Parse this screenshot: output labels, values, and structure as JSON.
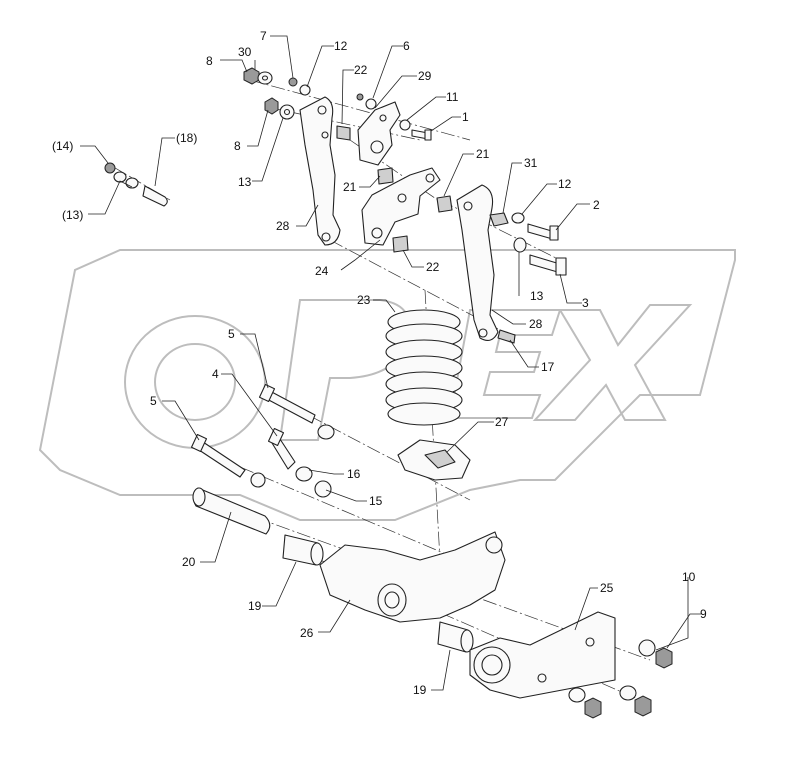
{
  "watermark": "OPEX",
  "callouts": [
    {
      "id": "c-7",
      "text": "7"
    },
    {
      "id": "c-30",
      "text": "30"
    },
    {
      "id": "c-12a",
      "text": "12"
    },
    {
      "id": "c-6",
      "text": "6"
    },
    {
      "id": "c-8a",
      "text": "8"
    },
    {
      "id": "c-22a",
      "text": "22"
    },
    {
      "id": "c-29",
      "text": "29"
    },
    {
      "id": "c-11",
      "text": "11"
    },
    {
      "id": "c-1",
      "text": "1"
    },
    {
      "id": "c-8b",
      "text": "8"
    },
    {
      "id": "c-13a",
      "text": "13"
    },
    {
      "id": "c-14",
      "text": "(14)"
    },
    {
      "id": "c-18",
      "text": "(18)"
    },
    {
      "id": "c-13p",
      "text": "(13)"
    },
    {
      "id": "c-21a",
      "text": "21"
    },
    {
      "id": "c-21b",
      "text": "21"
    },
    {
      "id": "c-31",
      "text": "31"
    },
    {
      "id": "c-12b",
      "text": "12"
    },
    {
      "id": "c-2",
      "text": "2"
    },
    {
      "id": "c-28a",
      "text": "28"
    },
    {
      "id": "c-24",
      "text": "24"
    },
    {
      "id": "c-22b",
      "text": "22"
    },
    {
      "id": "c-3",
      "text": "3"
    },
    {
      "id": "c-13b",
      "text": "13"
    },
    {
      "id": "c-23",
      "text": "23"
    },
    {
      "id": "c-28b",
      "text": "28"
    },
    {
      "id": "c-17",
      "text": "17"
    },
    {
      "id": "c-5a",
      "text": "5"
    },
    {
      "id": "c-4",
      "text": "4"
    },
    {
      "id": "c-5b",
      "text": "5"
    },
    {
      "id": "c-27",
      "text": "27"
    },
    {
      "id": "c-16",
      "text": "16"
    },
    {
      "id": "c-15",
      "text": "15"
    },
    {
      "id": "c-20",
      "text": "20"
    },
    {
      "id": "c-19a",
      "text": "19"
    },
    {
      "id": "c-26",
      "text": "26"
    },
    {
      "id": "c-25",
      "text": "25"
    },
    {
      "id": "c-10",
      "text": "10"
    },
    {
      "id": "c-9",
      "text": "9"
    },
    {
      "id": "c-19b",
      "text": "19"
    }
  ]
}
